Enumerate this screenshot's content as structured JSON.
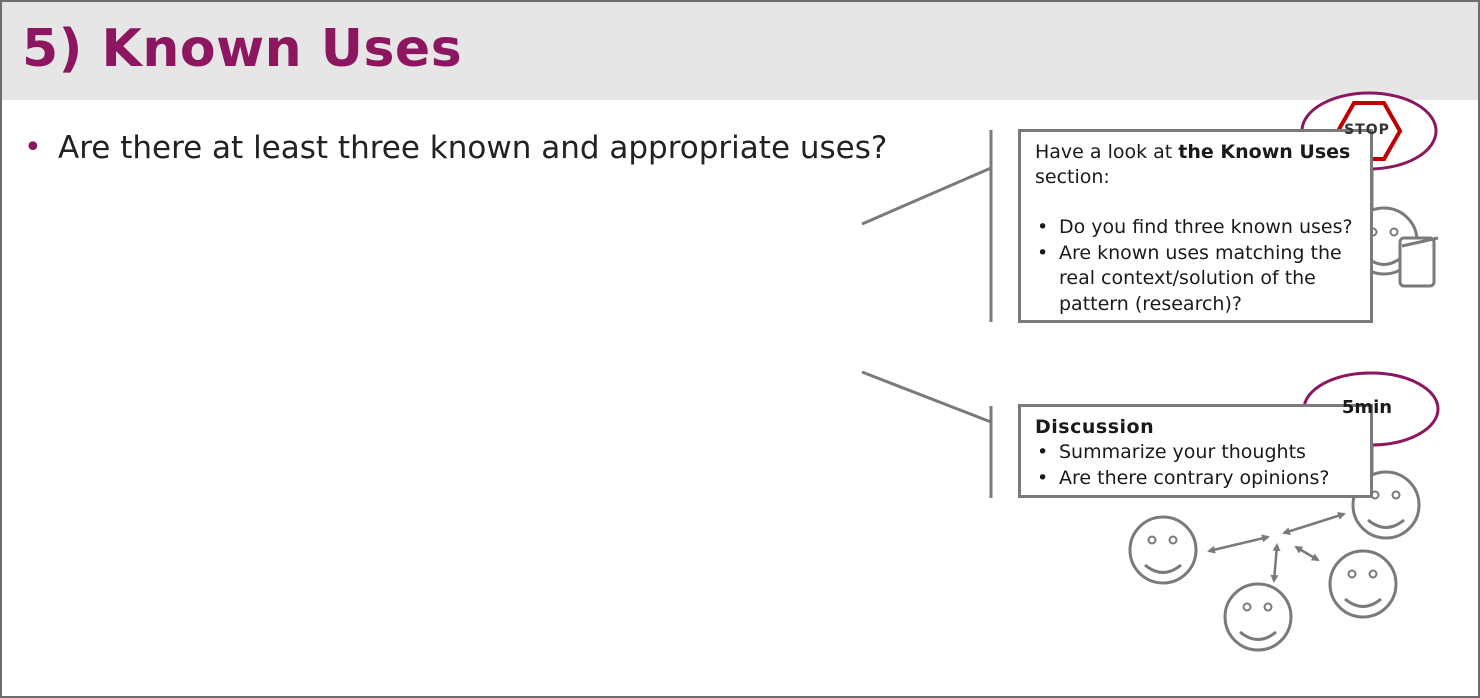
{
  "slide": {
    "title": "5) Known Uses",
    "bullet_marker": "•",
    "bullets": [
      "Are there at least three known and appropriate uses?"
    ]
  },
  "review_box": {
    "intro_prefix": "Have a look at ",
    "intro_bold": "the Known Uses",
    "intro_suffix": " section:",
    "items": [
      "Do you find three known uses?",
      "Are known uses matching the real context/solution of the pattern (research)?"
    ],
    "badge": "STOP"
  },
  "discussion_box": {
    "title": "Discussion",
    "items": [
      "Summarize your thoughts",
      "Are there contrary opinions?"
    ],
    "badge": "5min"
  },
  "colors": {
    "accent": "#8c1660",
    "header_bg": "#e6e6e6",
    "stroke": "#7a7a7a",
    "stop_red": "#c00000"
  },
  "icons": [
    "stop-sign-icon",
    "smiley-face-icon",
    "phone-icon",
    "double-arrow-icon"
  ]
}
